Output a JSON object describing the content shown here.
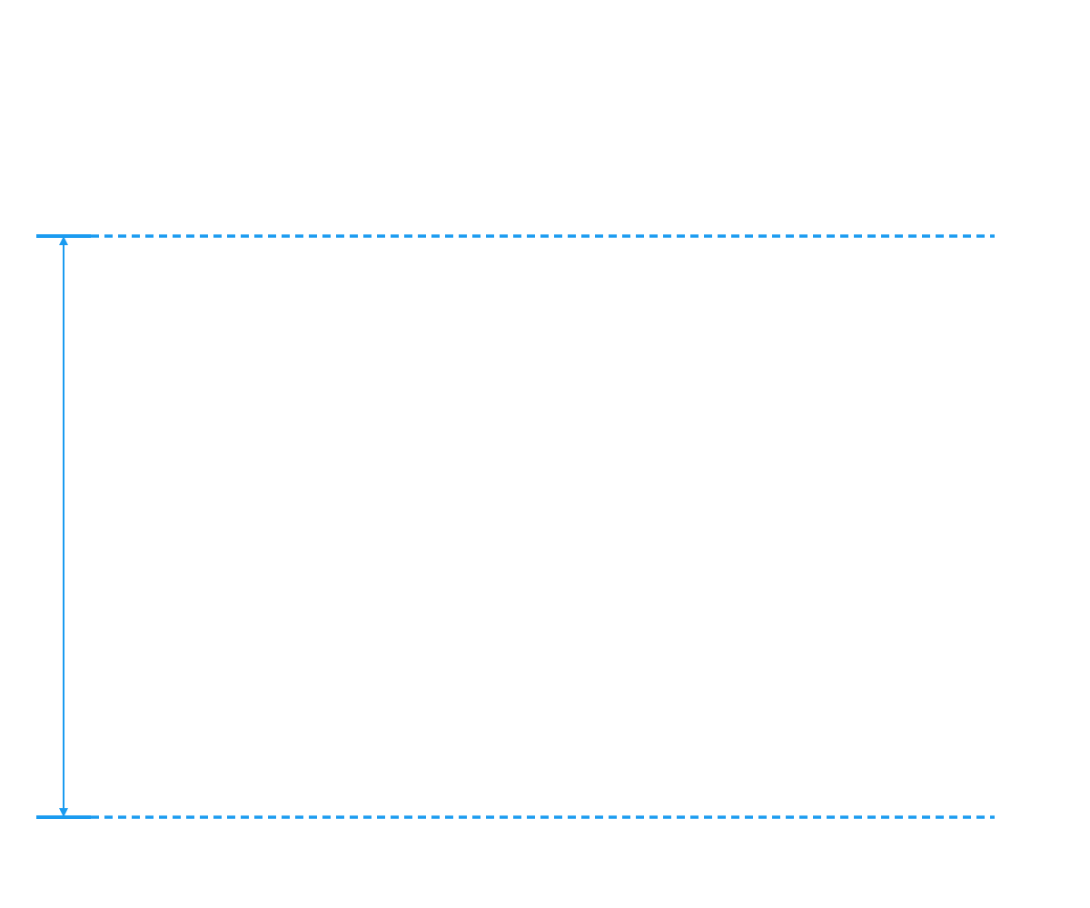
{
  "diagram": {
    "kind": "vertical dimension indicator between two horizontal guide lines",
    "colors": {
      "background": "#ffffff",
      "guide_line": "#1a9bf0",
      "dimension_arrow": "#1a9bf0"
    },
    "guides": [
      {
        "name": "top-guide",
        "style": "solid cap then dashed"
      },
      {
        "name": "bottom-guide",
        "style": "solid cap then dashed"
      }
    ],
    "arrow": {
      "style": "double-headed",
      "orientation": "vertical"
    }
  }
}
